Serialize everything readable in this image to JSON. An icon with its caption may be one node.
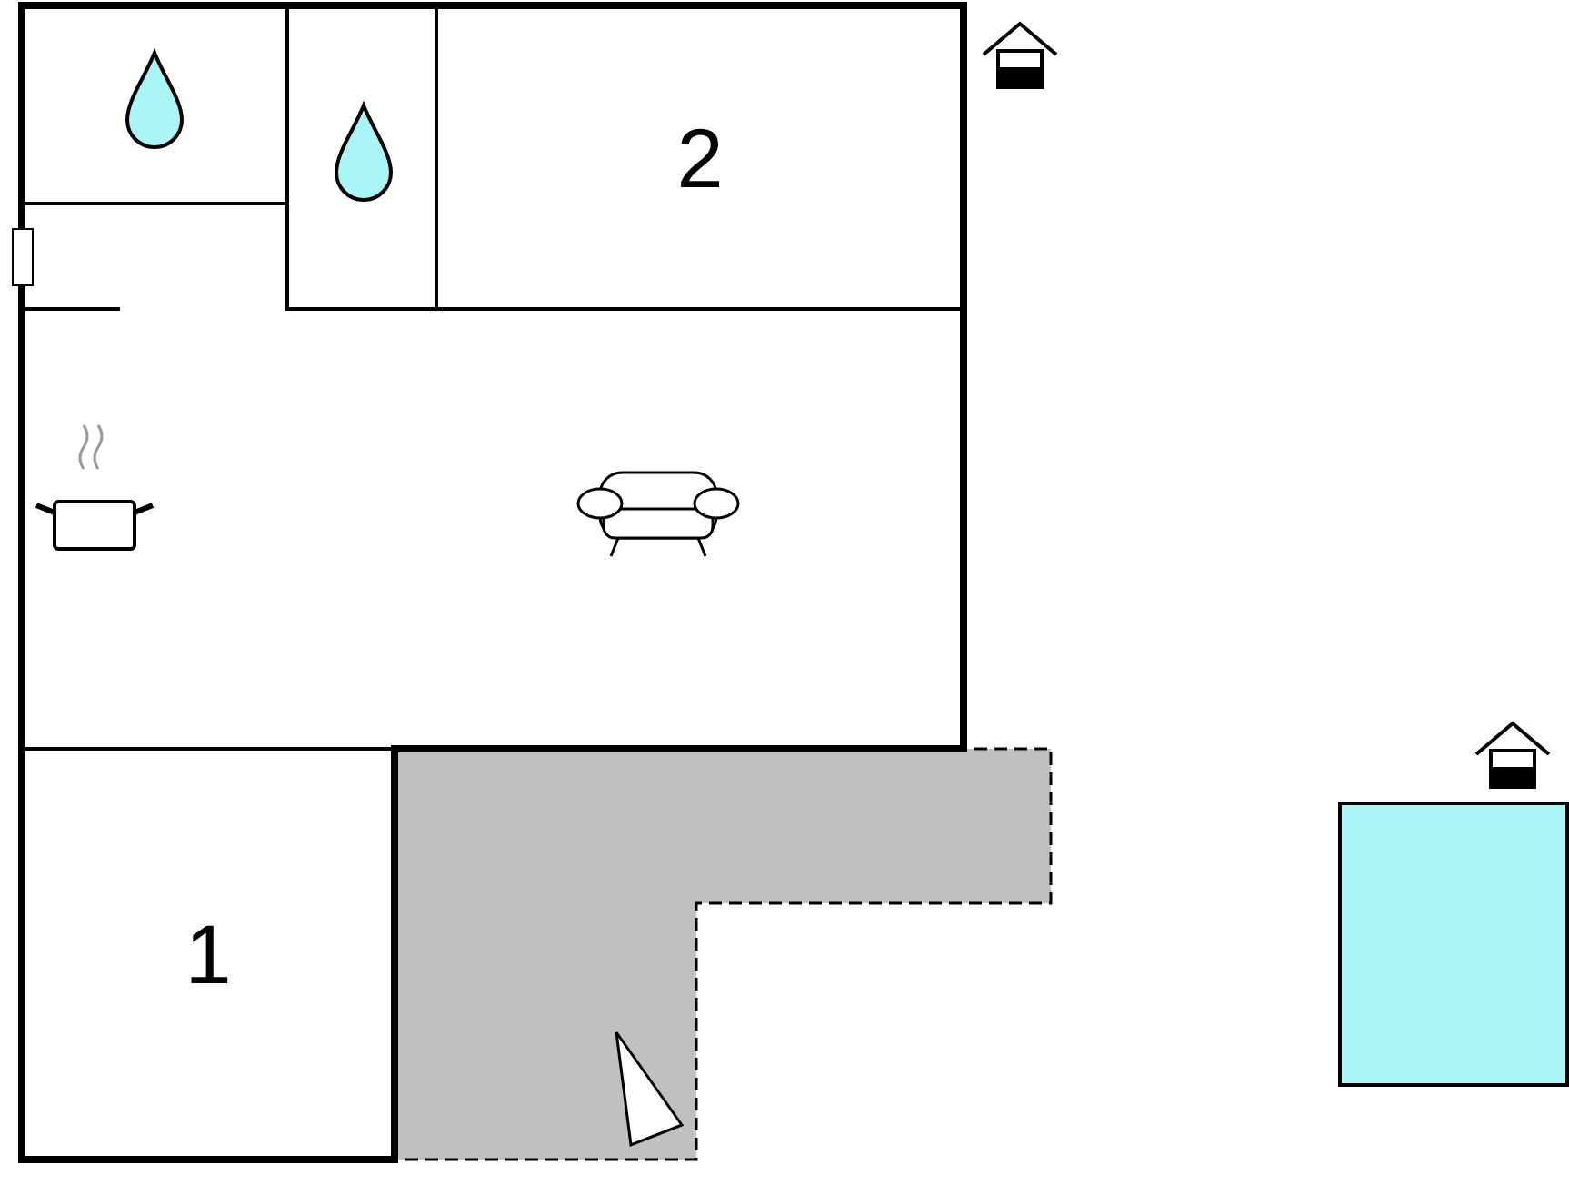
{
  "diagram": {
    "nodes": [
      {
        "text": [
          "2"
        ]
      },
      {
        "text": [
          "1"
        ]
      },
      {
        "text": [],
        "shape": "box"
      }
    ],
    "edges": []
  }
}
